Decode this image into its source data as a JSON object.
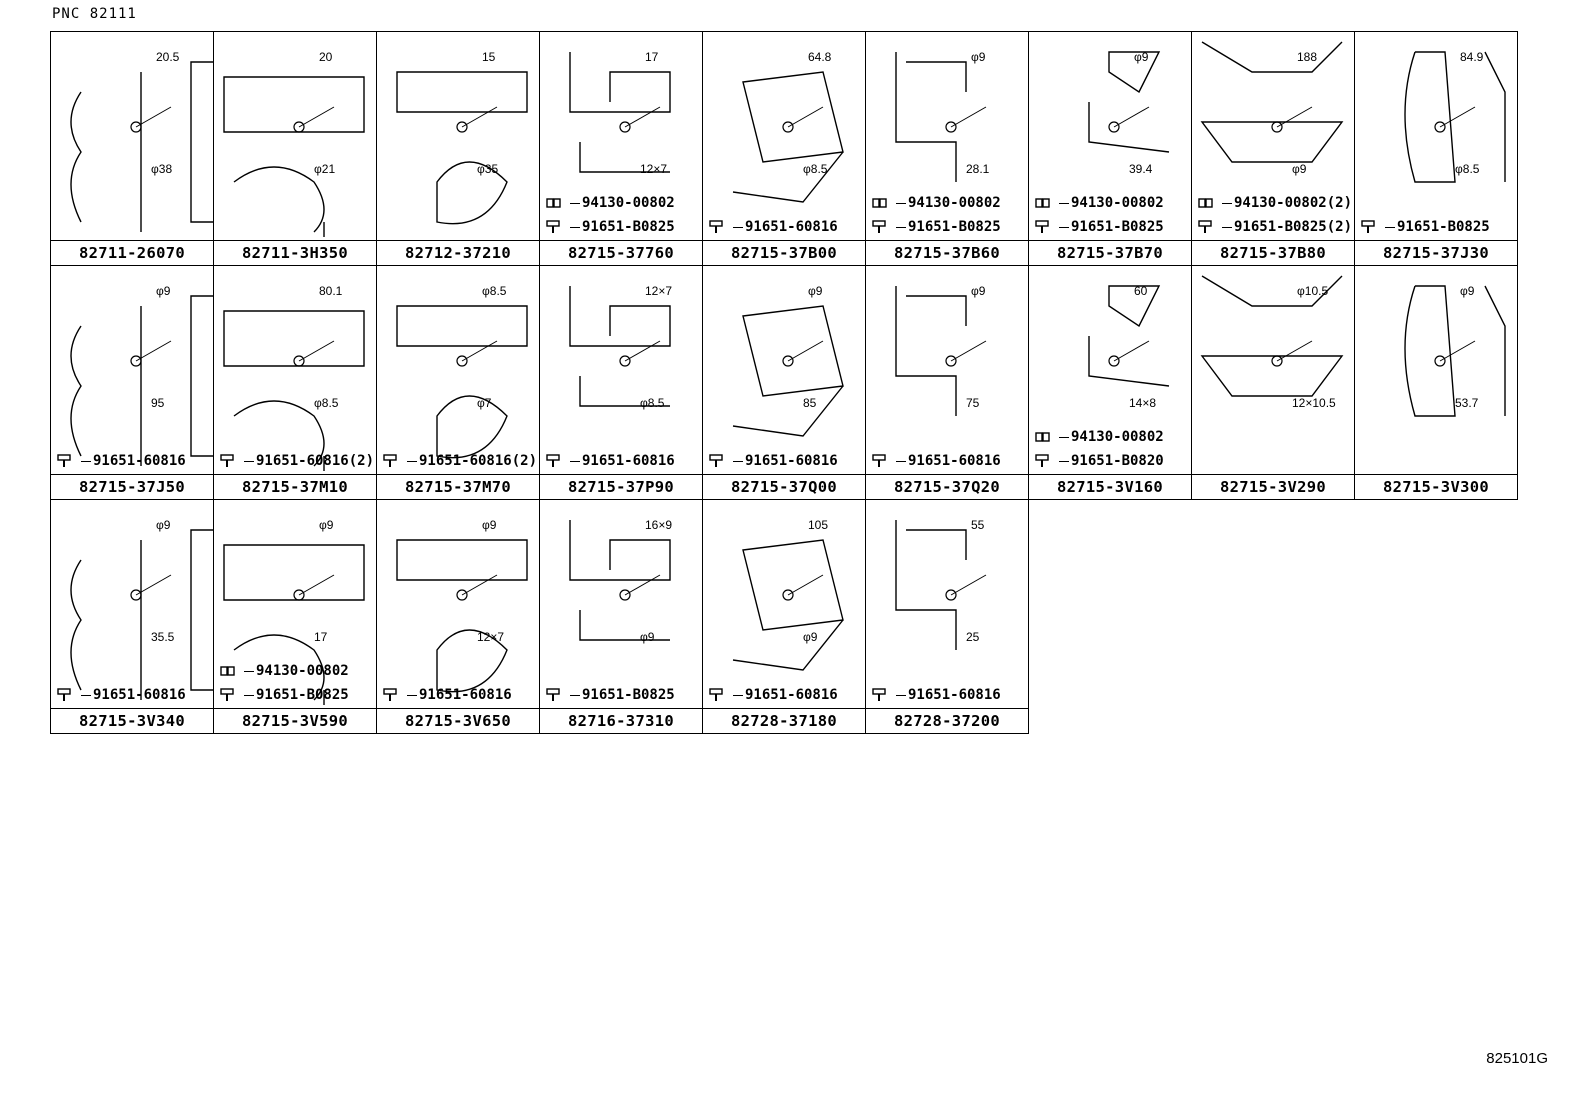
{
  "header": {
    "pnc": "PNC 82111"
  },
  "footer": {
    "code": "825101G"
  },
  "rows": [
    [
      {
        "label": "82711-26070",
        "dims": [
          "20.5",
          "φ38"
        ],
        "parts": []
      },
      {
        "label": "82711-3H350",
        "dims": [
          "20",
          "φ21"
        ],
        "parts": []
      },
      {
        "label": "82712-37210",
        "dims": [
          "15",
          "φ35"
        ],
        "parts": []
      },
      {
        "label": "82715-37760",
        "dims": [
          "17",
          "12×7"
        ],
        "parts": [
          "94130-00802",
          "91651-B0825"
        ]
      },
      {
        "label": "82715-37B00",
        "dims": [
          "64.8",
          "φ8.5"
        ],
        "parts": [
          "91651-60816"
        ]
      },
      {
        "label": "82715-37B60",
        "dims": [
          "φ9",
          "28.1"
        ],
        "parts": [
          "94130-00802",
          "91651-B0825"
        ]
      },
      {
        "label": "82715-37B70",
        "dims": [
          "φ9",
          "39.4"
        ],
        "parts": [
          "94130-00802",
          "91651-B0825"
        ]
      },
      {
        "label": "82715-37B80",
        "dims": [
          "188",
          "φ9"
        ],
        "parts": [
          "94130-00802(2)",
          "91651-B0825(2)"
        ]
      },
      {
        "label": "82715-37J30",
        "dims": [
          "84.9",
          "φ8.5"
        ],
        "parts": [
          "91651-B0825"
        ]
      }
    ],
    [
      {
        "label": "82715-37J50",
        "dims": [
          "φ9",
          "95"
        ],
        "parts": [
          "91651-60816"
        ]
      },
      {
        "label": "82715-37M10",
        "dims": [
          "80.1",
          "φ8.5"
        ],
        "parts": [
          "91651-60816(2)"
        ]
      },
      {
        "label": "82715-37M70",
        "dims": [
          "φ8.5",
          "φ7"
        ],
        "parts": [
          "91651-60816(2)"
        ]
      },
      {
        "label": "82715-37P90",
        "dims": [
          "12×7",
          "φ8.5"
        ],
        "parts": [
          "91651-60816"
        ]
      },
      {
        "label": "82715-37Q00",
        "dims": [
          "φ9",
          "85"
        ],
        "parts": [
          "91651-60816"
        ]
      },
      {
        "label": "82715-37Q20",
        "dims": [
          "φ9",
          "75"
        ],
        "parts": [
          "91651-60816"
        ]
      },
      {
        "label": "82715-3V160",
        "dims": [
          "60",
          "14×8"
        ],
        "parts": [
          "94130-00802",
          "91651-B0820"
        ]
      },
      {
        "label": "82715-3V290",
        "dims": [
          "φ10.5",
          "12×10.5"
        ],
        "parts": []
      },
      {
        "label": "82715-3V300",
        "dims": [
          "φ9",
          "53.7"
        ],
        "parts": []
      }
    ],
    [
      {
        "label": "82715-3V340",
        "dims": [
          "φ9",
          "35.5"
        ],
        "parts": [
          "91651-60816"
        ]
      },
      {
        "label": "82715-3V590",
        "dims": [
          "φ9",
          "17"
        ],
        "parts": [
          "94130-00802",
          "91651-B0825"
        ]
      },
      {
        "label": "82715-3V650",
        "dims": [
          "φ9",
          "12×7"
        ],
        "parts": [
          "91651-60816"
        ]
      },
      {
        "label": "82716-37310",
        "dims": [
          "16×9",
          "φ9"
        ],
        "parts": [
          "91651-B0825"
        ]
      },
      {
        "label": "82728-37180",
        "dims": [
          "105",
          "φ9"
        ],
        "parts": [
          "91651-60816"
        ]
      },
      {
        "label": "82728-37200",
        "dims": [
          "55",
          "25"
        ],
        "parts": [
          "91651-60816"
        ]
      }
    ]
  ]
}
